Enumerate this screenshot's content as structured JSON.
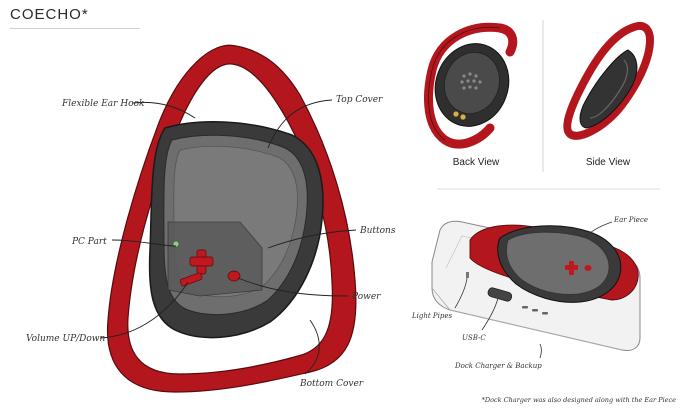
{
  "brand": "COECHO*",
  "labels": {
    "flexible_ear_hook": "Flexible Ear Hook",
    "top_cover": "Top Cover",
    "pc_part": "PC Part",
    "buttons": "Buttons",
    "power": "Power",
    "volume": "Volume UP/Down",
    "bottom_cover": "Bottom Cover",
    "back_view": "Back View",
    "side_view": "Side View",
    "ear_piece": "Ear Piece",
    "light_pipes": "Light Pipes",
    "usb_c": "USB-C",
    "dock_label": "Dock Charger & Backup",
    "footnote": "*Dock Charger was also designed along with the Ear Piece"
  },
  "colors": {
    "hook_red": "#b3171d",
    "body_dark": "#3a3a3a",
    "cover_gray": "#6e6e6e",
    "dock_white": "#f2f2f2"
  }
}
